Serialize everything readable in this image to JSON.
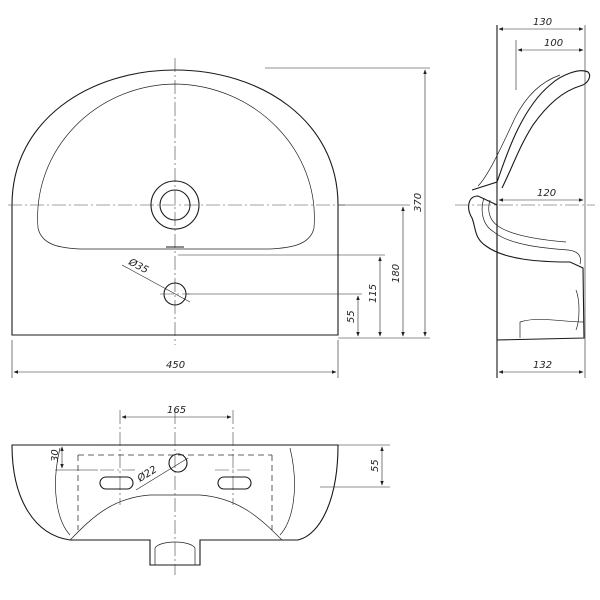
{
  "dimensions": {
    "front_height": "370",
    "front_width": "450",
    "front_tap_height": "180",
    "front_overflow_height": "115",
    "front_drain_height": "55",
    "front_overflow_diameter": "Ø35",
    "side_depth_top": "130",
    "side_depth_inner": "100",
    "side_depth_mid": "120",
    "side_depth_bottom": "132",
    "plan_fixing_spacing": "165",
    "plan_fixing_offset": "30",
    "plan_hole_diameter": "Ø22",
    "plan_depth": "55"
  }
}
